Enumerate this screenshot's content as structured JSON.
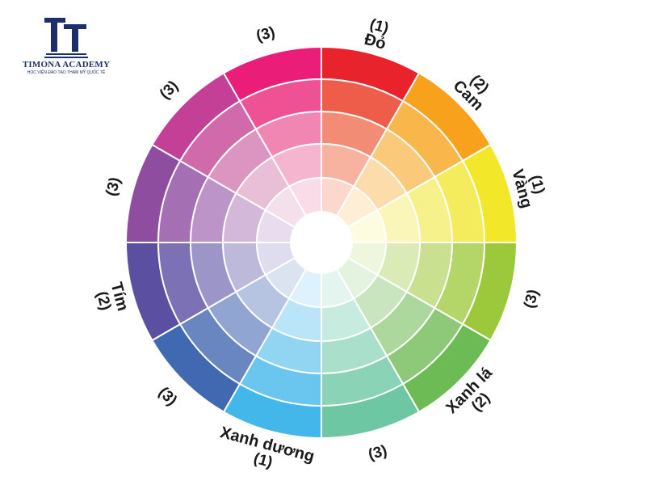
{
  "logo": {
    "name": "TIMONA ACADEMY",
    "tagline": "HỌC VIỆN ĐÀO TẠO THẨM MỸ QUỐC TẾ",
    "brand_color": "#1c2f6b"
  },
  "wheel": {
    "segments": [
      {
        "key": "red",
        "num": "(1)",
        "name": "Đỏ",
        "colors": [
          "#e8232b",
          "#ee5c4a",
          "#f38c74",
          "#f7b3a0",
          "#fbd7cc"
        ]
      },
      {
        "key": "orange",
        "num": "(2)",
        "name": "Cam",
        "colors": [
          "#f7a11c",
          "#f9b64b",
          "#fbc97a",
          "#fddcab",
          "#feeed6"
        ]
      },
      {
        "key": "yellow",
        "num": "(1)",
        "name": "Vàng",
        "colors": [
          "#f2e829",
          "#f4ec5c",
          "#f7f18b",
          "#faf6b9",
          "#fdfbe0"
        ]
      },
      {
        "key": "yellow-green",
        "num": "(3)",
        "name": "",
        "colors": [
          "#9cc93c",
          "#b4d568",
          "#c8e090",
          "#dbebb8",
          "#eef6dd"
        ]
      },
      {
        "key": "green",
        "num": "(2)",
        "name": "Xanh lá",
        "colors": [
          "#6dbb55",
          "#8ec97a",
          "#acd79d",
          "#c9e5c0",
          "#e4f2e0"
        ]
      },
      {
        "key": "blue-green",
        "num": "(3)",
        "name": "",
        "colors": [
          "#6cc7a2",
          "#8bd3b7",
          "#aadfcb",
          "#c8ebdf",
          "#e4f5ef"
        ]
      },
      {
        "key": "blue",
        "num": "(1)",
        "name": "Xanh dương",
        "colors": [
          "#43b7ea",
          "#6ac6ee",
          "#92d5f3",
          "#bae4f8",
          "#ddf2fc"
        ]
      },
      {
        "key": "blue-violet",
        "num": "(3)",
        "name": "",
        "colors": [
          "#4169b2",
          "#6986c1",
          "#90a5d1",
          "#b7c4e1",
          "#dbe2f0"
        ]
      },
      {
        "key": "violet",
        "num": "(2)",
        "name": "Tím",
        "colors": [
          "#5a4fa0",
          "#7b71b4",
          "#9c95c7",
          "#bdb9da",
          "#dedced"
        ]
      },
      {
        "key": "red-violet",
        "num": "(3)",
        "name": "",
        "colors": [
          "#8e4d9f",
          "#a570b3",
          "#bc94c7",
          "#d3b8da",
          "#e9dcee"
        ]
      },
      {
        "key": "magenta",
        "num": "(3)",
        "name": "",
        "colors": [
          "#c43f96",
          "#d06aab",
          "#dc95c1",
          "#e8bfd7",
          "#f4e0eb"
        ]
      },
      {
        "key": "pink",
        "num": "(3)",
        "name": "",
        "colors": [
          "#ea1e79",
          "#ee5295",
          "#f286b2",
          "#f6b5cf",
          "#fadbe8"
        ]
      }
    ]
  }
}
